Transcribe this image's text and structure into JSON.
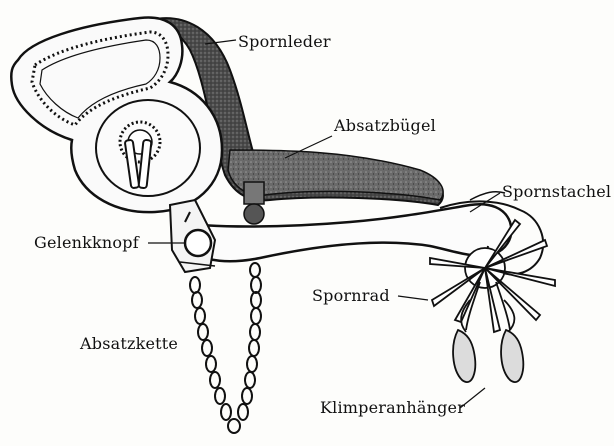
{
  "figure": {
    "labels": {
      "spornleder": "Spornleder",
      "absatzbuegel": "Absatzbügel",
      "spornstachel": "Spornstachel",
      "gelenkknopf": "Gelenkknopf",
      "spornrad": "Spornrad",
      "absatzkette": "Absatzkette",
      "klimperanhaenger": "Klimperanhänger"
    },
    "colors": {
      "ink": "#111111",
      "leather_dark": "#3a3a3a",
      "paper": "#fdfdfb"
    }
  }
}
